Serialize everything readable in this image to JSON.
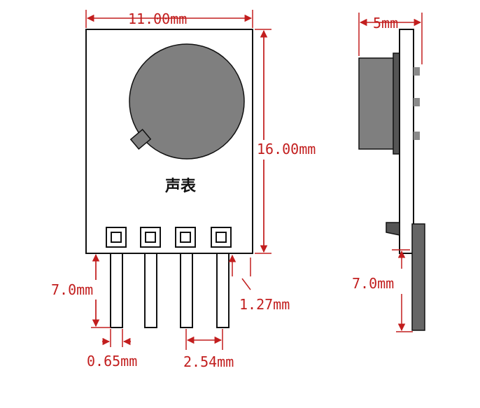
{
  "front_view": {
    "body_label": "声表",
    "width_dim": "11.00mm",
    "height_dim": "16.00mm",
    "pin_length_dim": "7.0mm",
    "pin_width_dim": "0.65mm",
    "pin_pitch_dim": "2.54mm",
    "pin_thickness_dim": "1.27mm"
  },
  "side_view": {
    "depth_dim": "5mm",
    "pin_length_dim": "7.0mm"
  },
  "colors": {
    "dimension": "#c21e1e",
    "component_body": "#7f7f7f",
    "outline": "#111111",
    "board": "#ffffff"
  }
}
